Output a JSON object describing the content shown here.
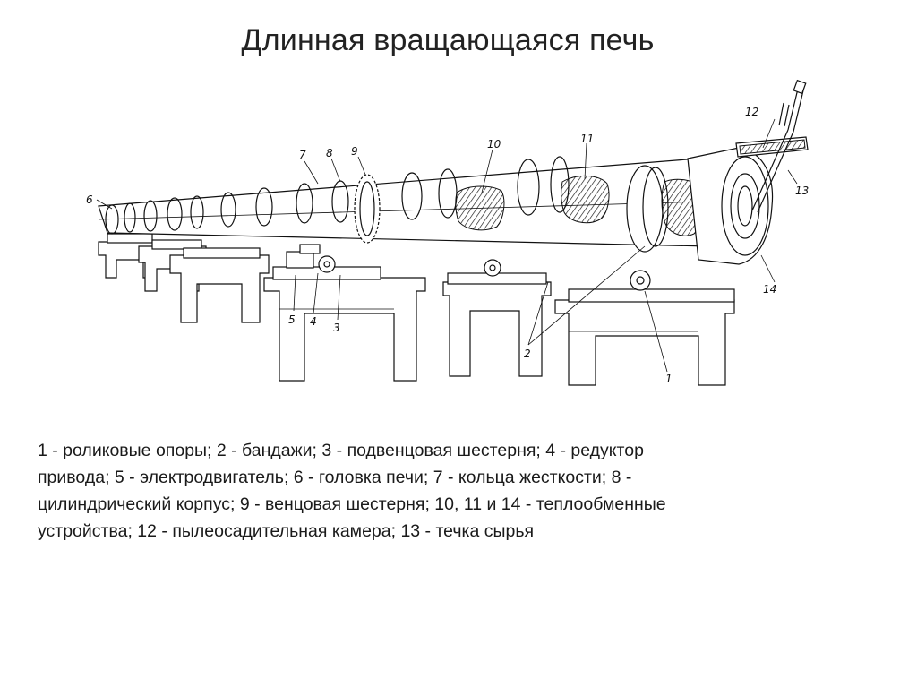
{
  "slide": {
    "title": "Длинная вращающаяся печь",
    "caption_lines": [
      "1 - роликовые опоры; 2 - бандажи; 3 - подвенцовая шестерня; 4 - редуктор",
      "привода; 5 - электродвигатель; 6 - головка печи; 7 - кольца жесткости; 8 -",
      "цилиндрический корпус; 9 - венцовая шестерня; 10, 11 и 14 - теплообменные",
      "устройства; 12 - пылеосадительная камера; 13 - течка сырья"
    ]
  },
  "diagram": {
    "labels": {
      "n1": "1",
      "n2": "2",
      "n3": "3",
      "n4": "4",
      "n5": "5",
      "n6": "6",
      "n7": "7",
      "n8": "8",
      "n9": "9",
      "n10": "10",
      "n11": "11",
      "n12": "12",
      "n13": "13",
      "n14": "14"
    }
  }
}
